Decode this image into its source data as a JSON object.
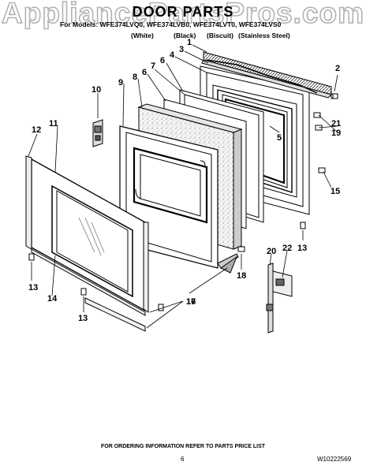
{
  "watermark": "AppliancePartsPros.com",
  "title": "DOOR PARTS",
  "models_line": "For Models: WFE374LVQ0, WFE374LVB0, WFE374LVT0, WFE374LVS0",
  "colors": [
    "(White)",
    "(Black)",
    "(Biscuit)",
    "(Stainless Steel)"
  ],
  "callouts": {
    "c1": "1",
    "c2": "2",
    "c3": "3",
    "c4": "4",
    "c5": "5",
    "c6a": "6",
    "c6b": "6",
    "c7": "7",
    "c8": "8",
    "c9": "9",
    "c10": "10",
    "c11": "11",
    "c12": "12",
    "c13a": "13",
    "c13b": "13",
    "c13c": "13",
    "c14": "14",
    "c15": "15",
    "c16": "16",
    "c17": "17",
    "c18": "18",
    "c19": "19",
    "c20": "20",
    "c21": "21",
    "c22": "22"
  },
  "footer": "FOR ORDERING INFORMATION REFER TO PARTS PRICE LIST",
  "page_number": "6",
  "doc_number": "W10222569"
}
